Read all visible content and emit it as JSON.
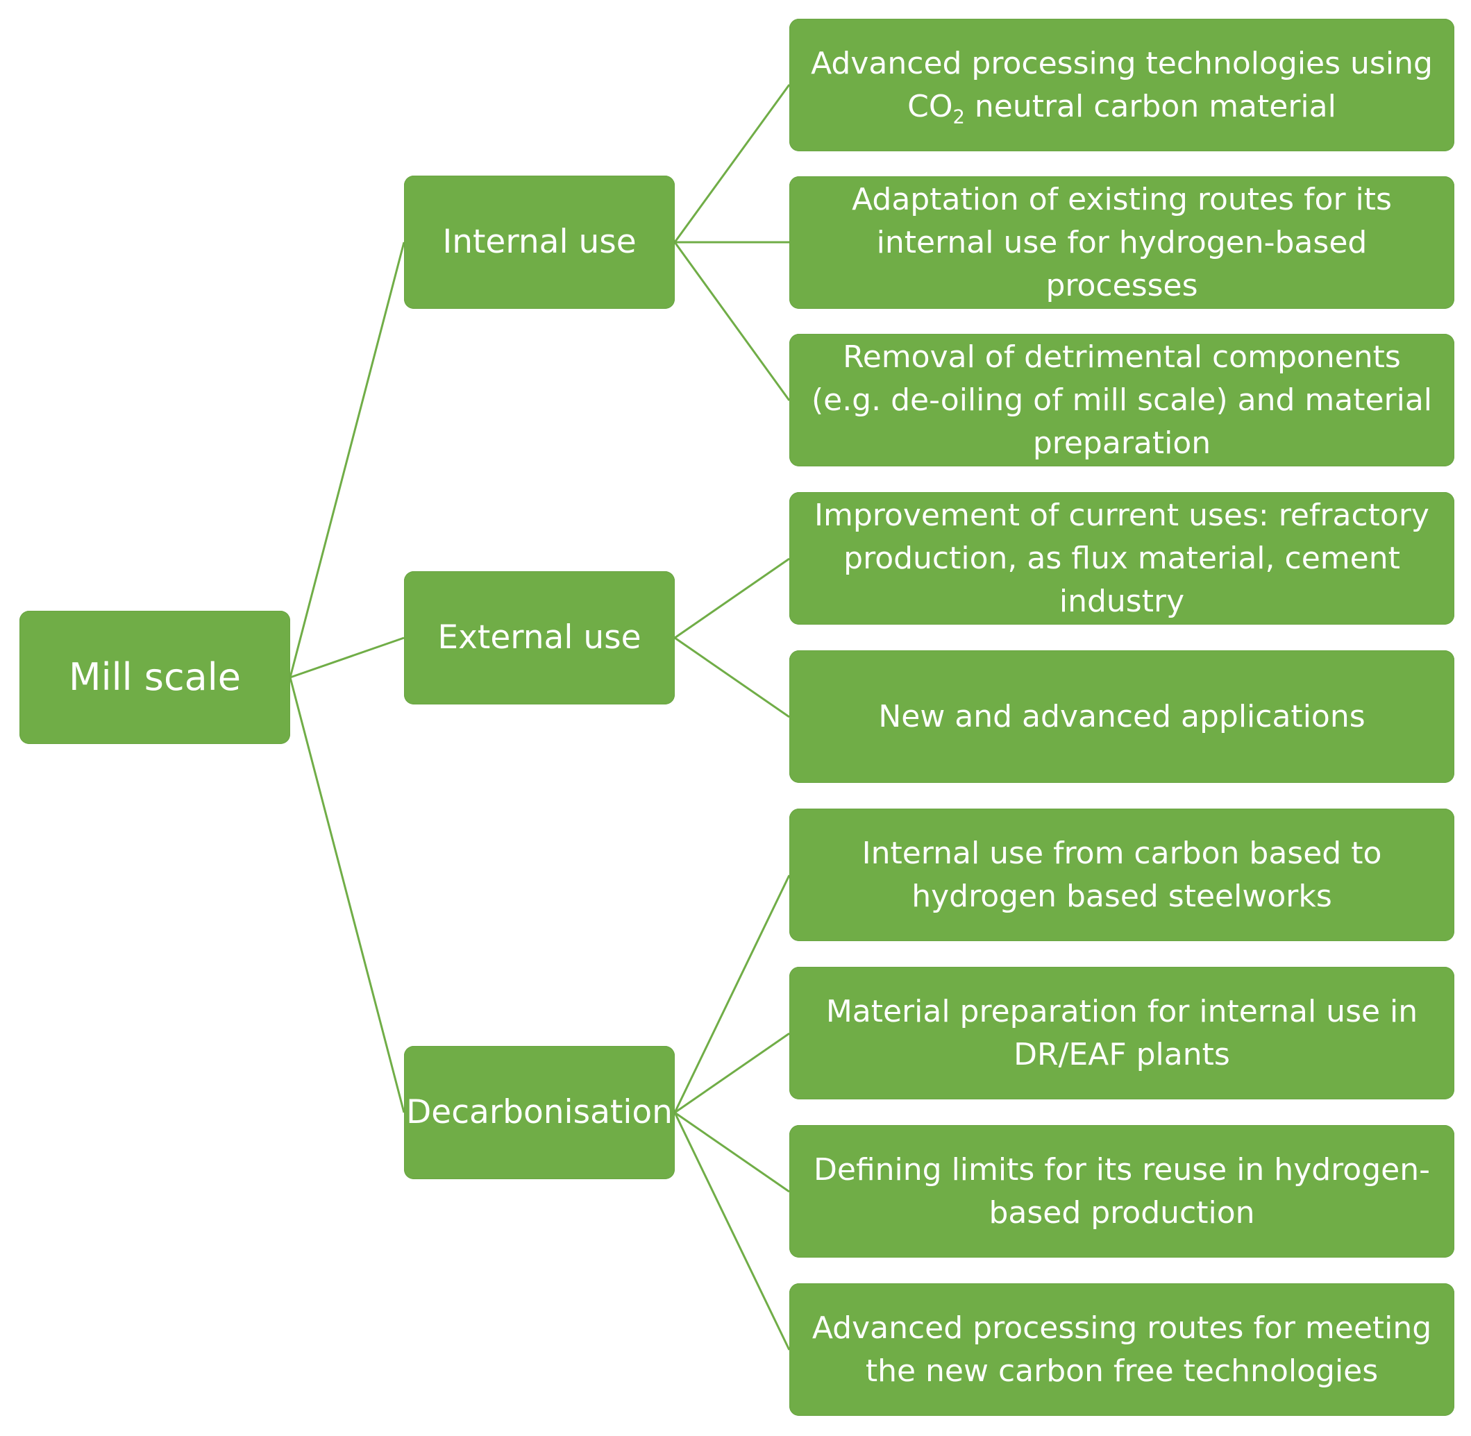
{
  "colors": {
    "node_fill": "#70ad47",
    "node_text": "#ffffff",
    "connector": "#70ad47",
    "background": "#ffffff"
  },
  "root": {
    "label": "Mill scale"
  },
  "branches": [
    {
      "label": "Internal use",
      "items": [
        {
          "label_before": "Advanced processing technologies using\nCO",
          "subscript": "2",
          "label_after": " neutral carbon material"
        },
        {
          "label": "Adaptation of existing routes for its\ninternal use for hydrogen-based\nprocesses"
        },
        {
          "label": "Removal of detrimental components\n(e.g. de-oiling of mill scale) and material\npreparation"
        }
      ]
    },
    {
      "label": "External use",
      "items": [
        {
          "label": "Improvement of current uses: refractory\nproduction, as flux material, cement\nindustry"
        },
        {
          "label": "New and advanced applications"
        }
      ]
    },
    {
      "label": "Decarbonisation",
      "items": [
        {
          "label": "Internal use from carbon based to\nhydrogen based steelworks"
        },
        {
          "label": "Material preparation for internal use in\nDR/EAF plants"
        },
        {
          "label": "Defining limits for its reuse in hydrogen-\nbased production"
        },
        {
          "label": "Advanced processing routes for meeting\nthe new carbon free technologies"
        }
      ]
    }
  ]
}
